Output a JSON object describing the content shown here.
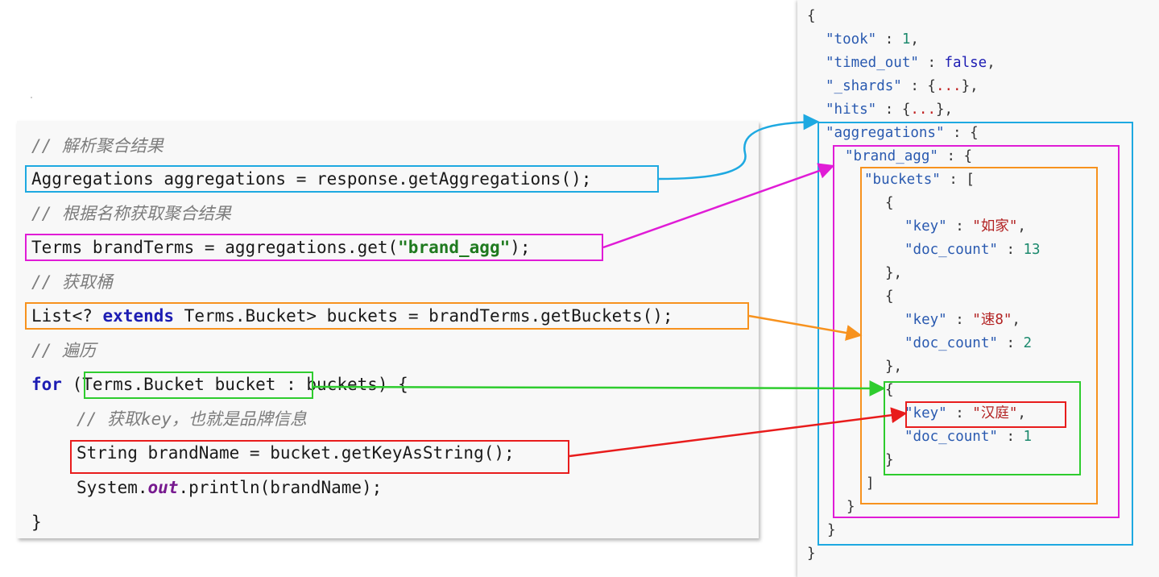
{
  "colors": {
    "blue": "#1ea9e1",
    "magenta": "#e01cd6",
    "orange": "#f7921e",
    "green": "#2ecc2e",
    "red": "#e81c1c"
  },
  "code": {
    "comment1": "// 解析聚合结果",
    "line1": "Aggregations aggregations = response.getAggregations();",
    "comment2": "// 根据名称获取聚合结果",
    "line2_pre": "Terms brandTerms = aggregations.get(",
    "line2_str": "\"brand_agg\"",
    "line2_post": ");",
    "comment3": "// 获取桶",
    "line3_pre": "List<? ",
    "line3_kw": "extends",
    "line3_post": " Terms.Bucket> buckets = brandTerms.getBuckets();",
    "comment4": "// 遍历",
    "line4_kw": "for",
    "line4_open": " (",
    "line4_var": "Terms.Bucket bucket ",
    "line4_post": ": buckets) {",
    "comment5": "// 获取key，也就是品牌信息",
    "line5": "String brandName = bucket.getKeyAsString();",
    "line6_pre": "System.",
    "line6_field": "out",
    "line6_post": ".println(brandName);",
    "close": "}"
  },
  "json": {
    "open": "{",
    "took_key": "\"took\"",
    "took_val": "1",
    "timed_key": "\"timed_out\"",
    "timed_val": "false",
    "shards_key": "\"_shards\"",
    "ellipsis": "...",
    "hits_key": "\"hits\"",
    "agg_key": "\"aggregations\"",
    "brand_key": "\"brand_agg\"",
    "buckets_key": "\"buckets\"",
    "key_key": "\"key\"",
    "doc_key": "\"doc_count\"",
    "b1_key": "\"如家\"",
    "b1_doc": "13",
    "b2_key": "\"速8\"",
    "b2_doc": "2",
    "b3_key": "\"汉庭\"",
    "b3_doc": "1"
  }
}
